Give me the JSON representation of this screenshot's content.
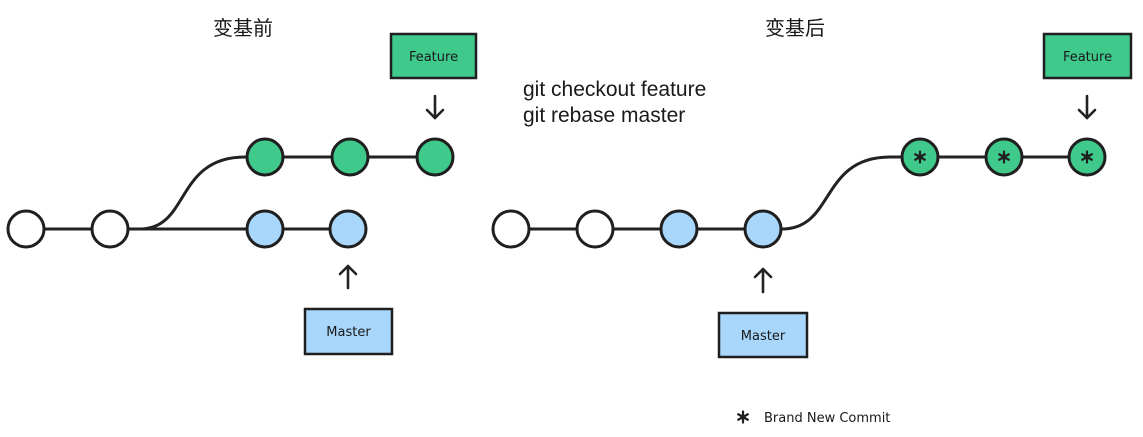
{
  "colors": {
    "old_commit": "#ffffff",
    "master": "#a9d6fb",
    "feature": "#3fc98b",
    "stroke": "#1f1f1f"
  },
  "before": {
    "title": "变基前",
    "feature_label": "Feature",
    "master_label": "Master"
  },
  "command": {
    "line1": "git checkout feature",
    "line2": "git rebase master"
  },
  "after": {
    "title": "变基后",
    "feature_label": "Feature",
    "master_label": "Master"
  },
  "legend": {
    "icon": "asterisk-icon",
    "label": "Brand New Commit"
  }
}
